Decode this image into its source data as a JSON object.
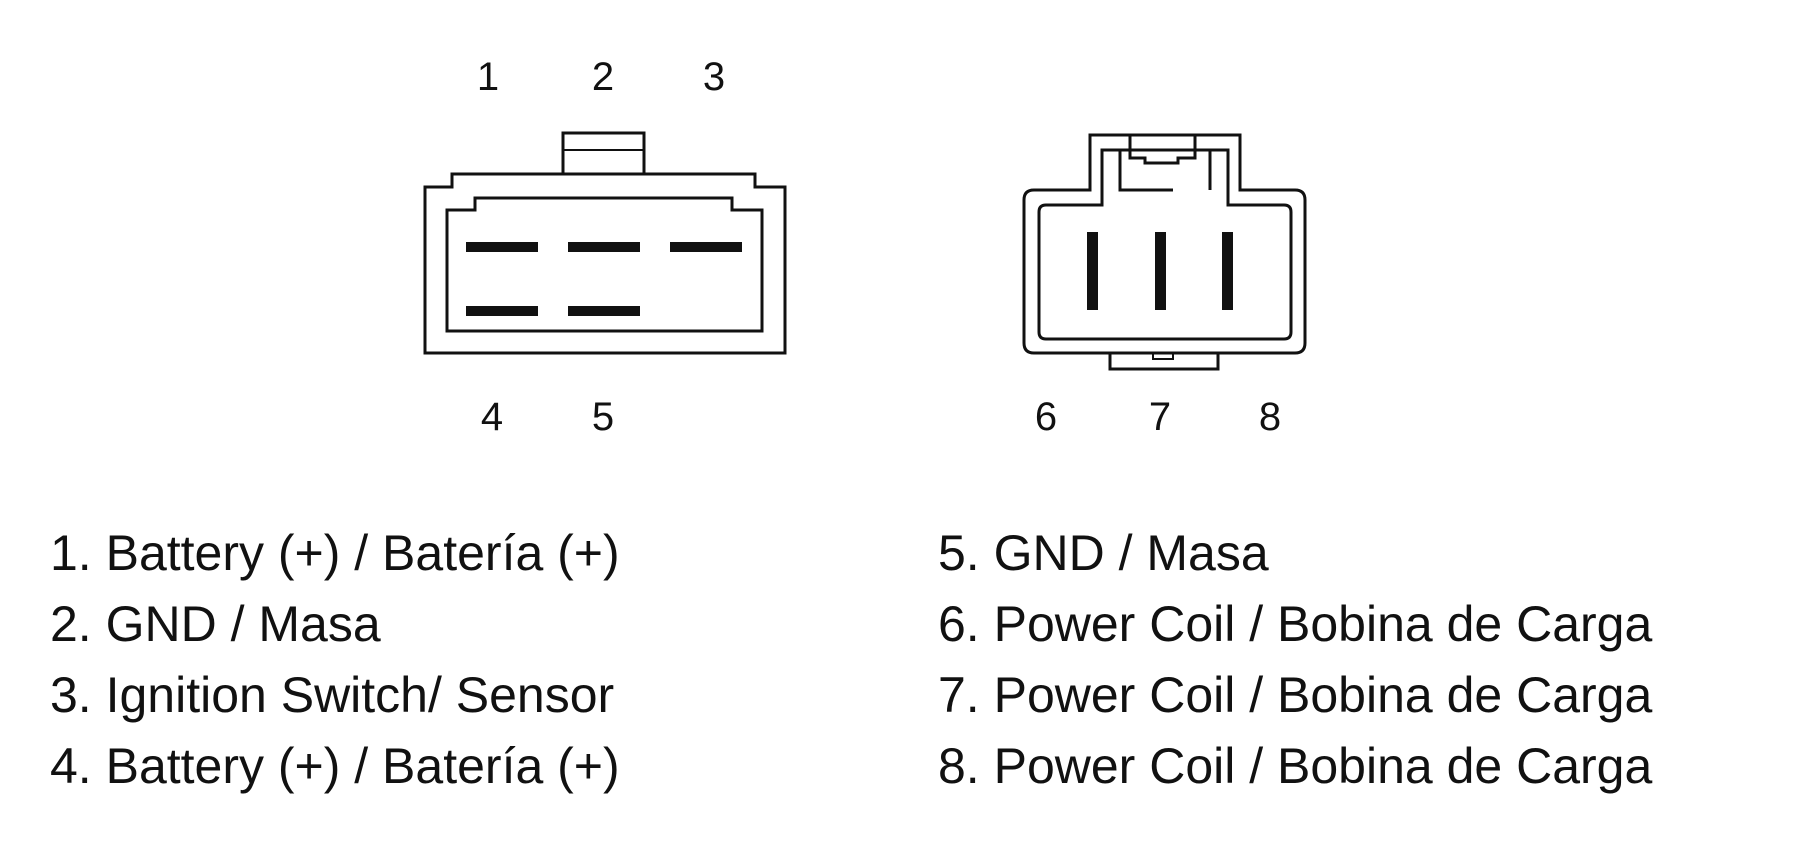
{
  "connector_a": {
    "top_pins": [
      "1",
      "2",
      "3"
    ],
    "bottom_pins": [
      "4",
      "5"
    ]
  },
  "connector_b": {
    "bottom_pins": [
      "6",
      "7",
      "8"
    ]
  },
  "legend": {
    "left": [
      "1. Battery (+) / Batería (+)",
      "2. GND / Masa",
      "3. Ignition Switch/ Sensor",
      "4. Battery (+) / Batería (+)"
    ],
    "right": [
      "5. GND / Masa",
      "6. Power Coil / Bobina de Carga",
      "7. Power Coil / Bobina de Carga",
      "8. Power Coil / Bobina de Carga"
    ]
  }
}
